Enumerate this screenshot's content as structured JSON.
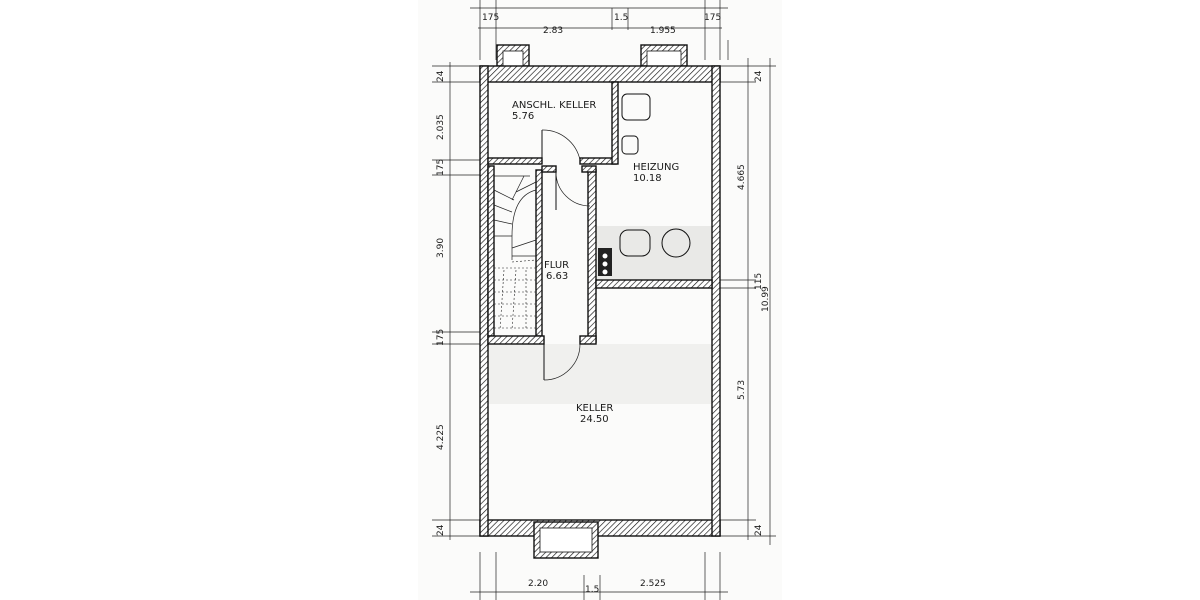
{
  "plan": {
    "rooms": [
      {
        "id": "anschl-keller",
        "name": "ANSCHL. KELLER",
        "area": "5.76"
      },
      {
        "id": "heizung",
        "name": "HEIZUNG",
        "area": "10.18"
      },
      {
        "id": "flur",
        "name": "FLUR",
        "area": "6.63"
      },
      {
        "id": "keller",
        "name": "KELLER",
        "area": "24.50"
      }
    ],
    "dimensions": {
      "top": [
        "175",
        "2.83",
        "1.5",
        "1.955",
        "175"
      ],
      "bottom": [
        "2.20",
        "1.5",
        "2.525"
      ],
      "left": [
        "24",
        "2.035",
        "175",
        "3.90",
        "175",
        "4.225",
        "24"
      ],
      "right": [
        "24",
        "4.665",
        "115",
        "5.73",
        "24"
      ],
      "right_total": "10.99"
    }
  }
}
